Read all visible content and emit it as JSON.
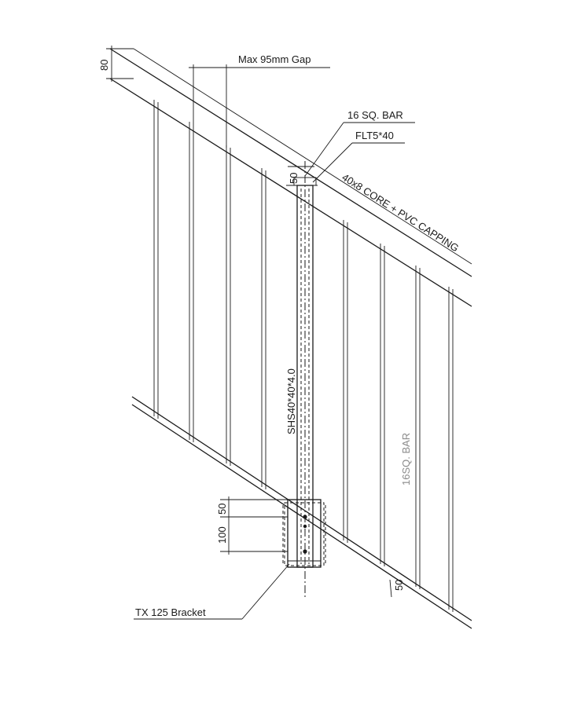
{
  "labels": {
    "top_gap_dim": "80",
    "max_gap": "Max 95mm Gap",
    "sq_bar": "16 SQ. BAR",
    "flt": "FLT5*40",
    "top_rail": "40x8 CORE + PVC CAPPING",
    "post_top_dim": "50",
    "post": "SHS40*40*4.0",
    "faded_bar": "16SQ. BAR",
    "bracket_dim_top": "50",
    "bracket_dim_mid": "100",
    "bottom_dim": "50",
    "bracket": "TX 125 Bracket"
  }
}
